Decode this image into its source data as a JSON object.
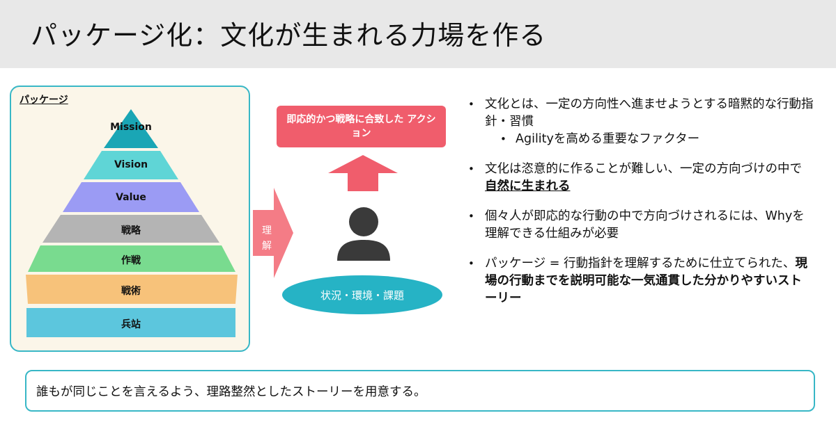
{
  "header": {
    "title": "パッケージ化：文化が生まれる力場を作る"
  },
  "package": {
    "label": "パッケージ",
    "levels": [
      {
        "label": "Mission",
        "color": "#1aa6b5"
      },
      {
        "label": "Vision",
        "color": "#5fd5d6"
      },
      {
        "label": "Value",
        "color": "#9b9bf4"
      },
      {
        "label": "戦略",
        "color": "#b4b4b4"
      },
      {
        "label": "作戦",
        "color": "#79db8f"
      },
      {
        "label": "戦術",
        "color": "#f7c27a"
      },
      {
        "label": "兵站",
        "color": "#5cc6dd"
      }
    ]
  },
  "flow": {
    "understand_label": [
      "理",
      "解"
    ],
    "action_label": "即応的かつ戦略に合致した アクション",
    "context_label": "状況・環境・課題"
  },
  "bullets": {
    "b1_text": "文化とは、一定の方向性へ進ませようとする暗黙的な行動指針・習慣",
    "b1_sub": "Agilityを高める重要なファクター",
    "b2_text": "文化は恣意的に作ることが難しい、一定の方向づけの中で",
    "b2_strong": "自然に生まれる",
    "b3_text": "個々人が即応的な行動の中で方向づけされるには、Whyを理解できる仕組みが必要",
    "b4_text": "パッケージ = 行動指針を理解するために仕立てられた、",
    "b4_strong": "現場の行動までを説明可能な一気通貫した分かりやすいストーリー"
  },
  "footer": {
    "text": "誰もが同じことを言えるよう、理路整然としたストーリーを用意する。"
  },
  "colors": {
    "accent_teal": "#38b7c6",
    "action_red": "#f05d6c",
    "person": "#3a3a3a"
  }
}
